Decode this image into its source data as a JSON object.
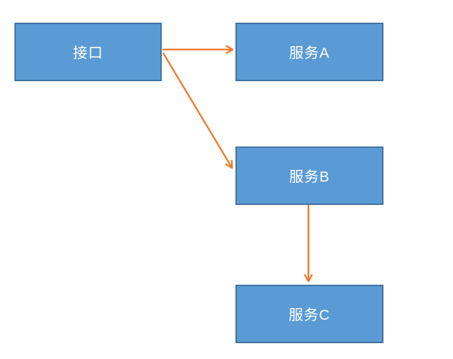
{
  "diagram": {
    "nodes": [
      {
        "id": "interface",
        "label": "接口"
      },
      {
        "id": "service-a",
        "label": "服务A"
      },
      {
        "id": "service-b",
        "label": "服务B"
      },
      {
        "id": "service-c",
        "label": "服务C"
      }
    ],
    "edges": [
      {
        "from": "接口",
        "to": "服务A",
        "direction": "right"
      },
      {
        "from": "接口",
        "to": "服务B",
        "direction": "diagonal-down-right"
      },
      {
        "from": "服务B",
        "to": "服务C",
        "direction": "down"
      }
    ],
    "colors": {
      "node_fill": "#5B9BD5",
      "node_border": "#41719C",
      "arrow": "#ED7D31",
      "text": "#FFFFFF",
      "background": "#FFFFFF"
    }
  }
}
